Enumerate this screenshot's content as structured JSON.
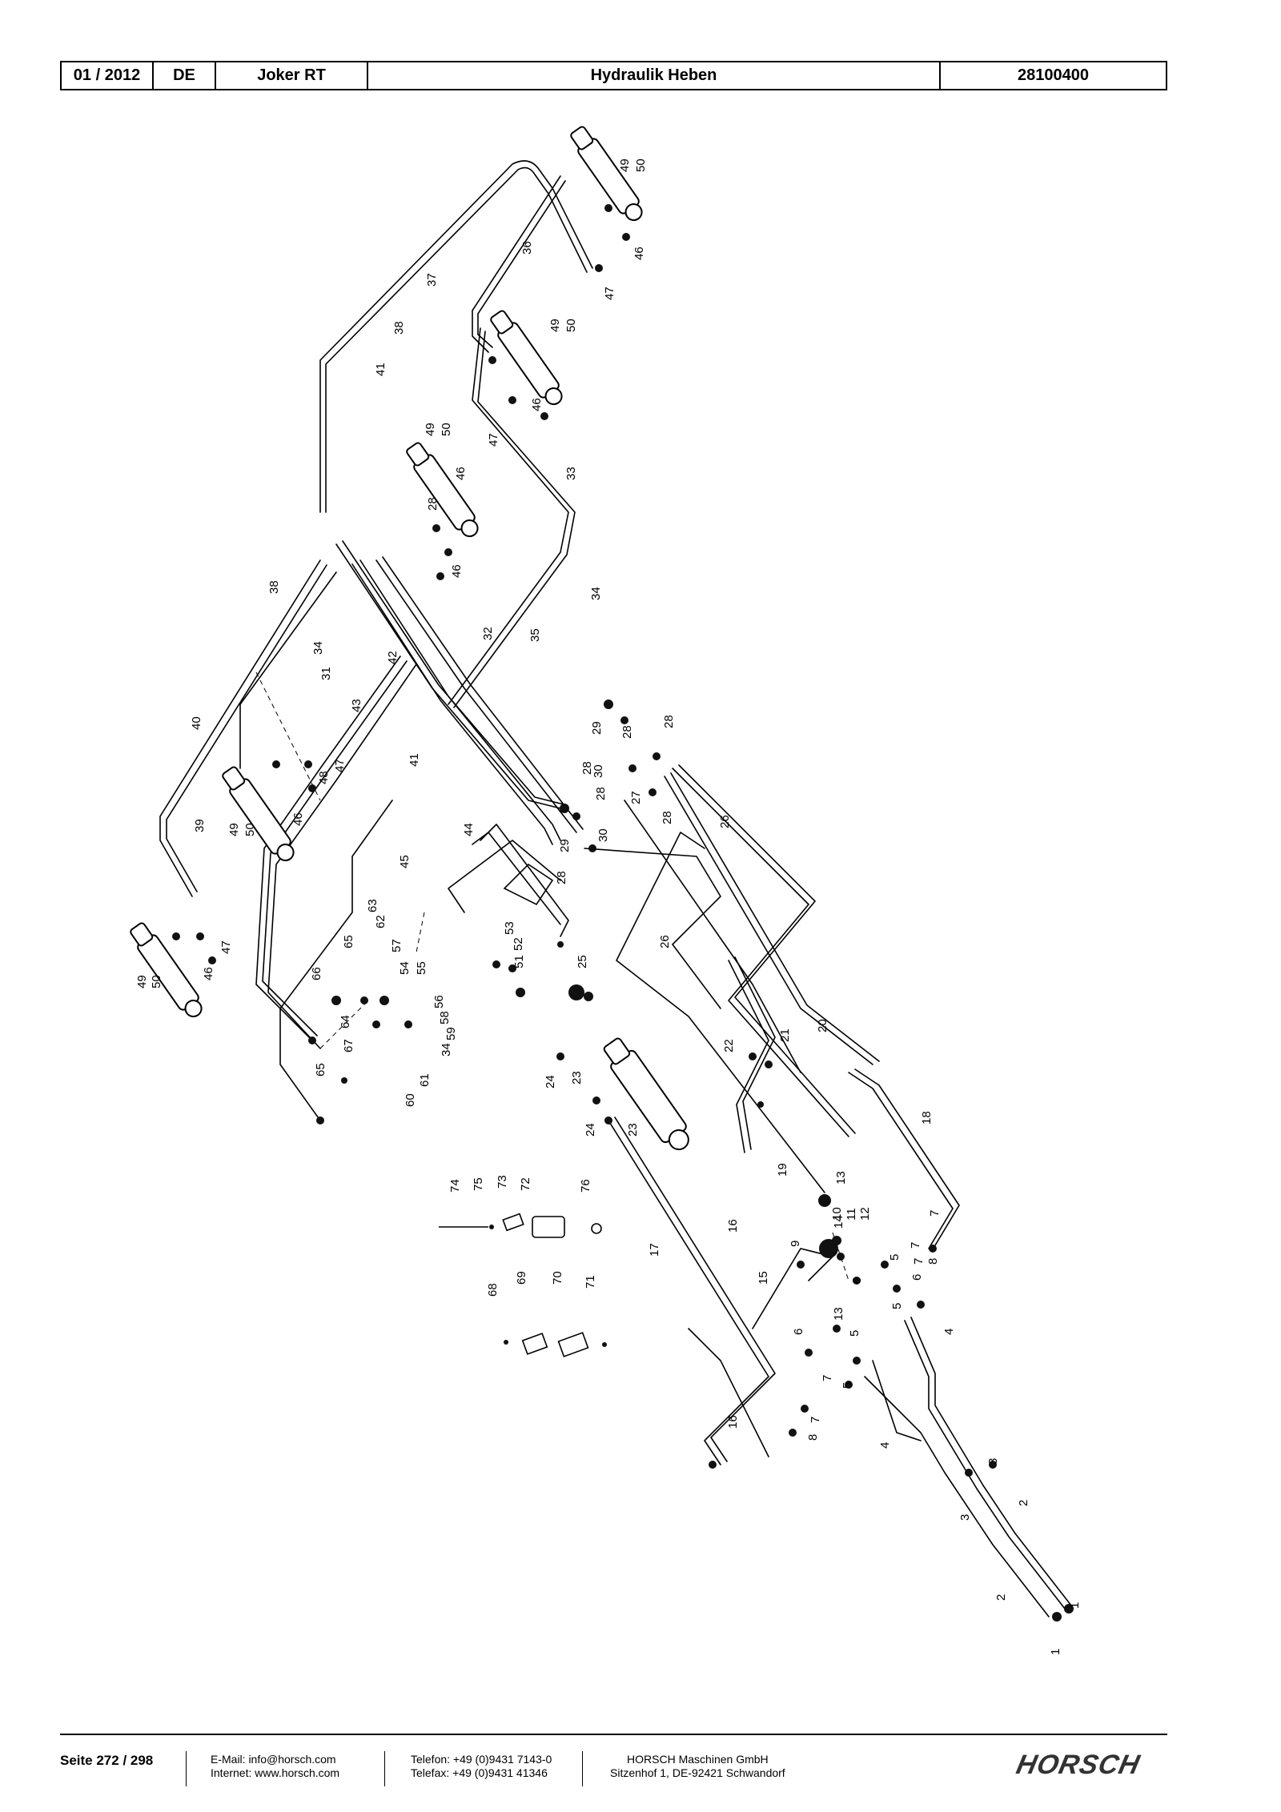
{
  "header": {
    "date": "01 / 2012",
    "lang": "DE",
    "model": "Joker RT",
    "title": "Hydraulik Heben",
    "doc_number": "28100400"
  },
  "footer": {
    "page": "Seite 272 / 298",
    "email": "E-Mail: info@horsch.com",
    "internet": "Internet: www.horsch.com",
    "phone": "Telefon: +49 (0)9431 7143-0",
    "fax": "Telefax: +49 (0)9431 41346",
    "company": "HORSCH Maschinen GmbH",
    "address": "Sitzenhof 1, DE-92421 Schwandorf",
    "logo": "HORSCH"
  },
  "diagram": {
    "part_labels": [
      "1",
      "1",
      "2",
      "2",
      "3",
      "3",
      "4",
      "4",
      "5",
      "5",
      "5",
      "5",
      "6",
      "6",
      "6",
      "7",
      "7",
      "7",
      "7",
      "7",
      "8",
      "8",
      "9",
      "10",
      "11",
      "12",
      "13",
      "13",
      "14",
      "15",
      "16",
      "16",
      "17",
      "18",
      "19",
      "20",
      "21",
      "22",
      "23",
      "23",
      "24",
      "24",
      "25",
      "26",
      "26",
      "27",
      "28",
      "28",
      "28",
      "28",
      "28",
      "28",
      "28",
      "29",
      "29",
      "30",
      "30",
      "31",
      "32",
      "33",
      "34",
      "34",
      "34",
      "35",
      "36",
      "37",
      "38",
      "38",
      "39",
      "40",
      "41",
      "41",
      "42",
      "43",
      "44",
      "45",
      "46",
      "46",
      "46",
      "46",
      "46",
      "46",
      "47",
      "47",
      "47",
      "47",
      "48",
      "49",
      "49",
      "49",
      "49",
      "49",
      "50",
      "50",
      "50",
      "50",
      "50",
      "51",
      "52",
      "53",
      "54",
      "55",
      "56",
      "57",
      "58",
      "59",
      "60",
      "61",
      "62",
      "63",
      "64",
      "65",
      "65",
      "66",
      "67",
      "68",
      "69",
      "70",
      "71",
      "72",
      "73",
      "74",
      "75",
      "76"
    ]
  }
}
